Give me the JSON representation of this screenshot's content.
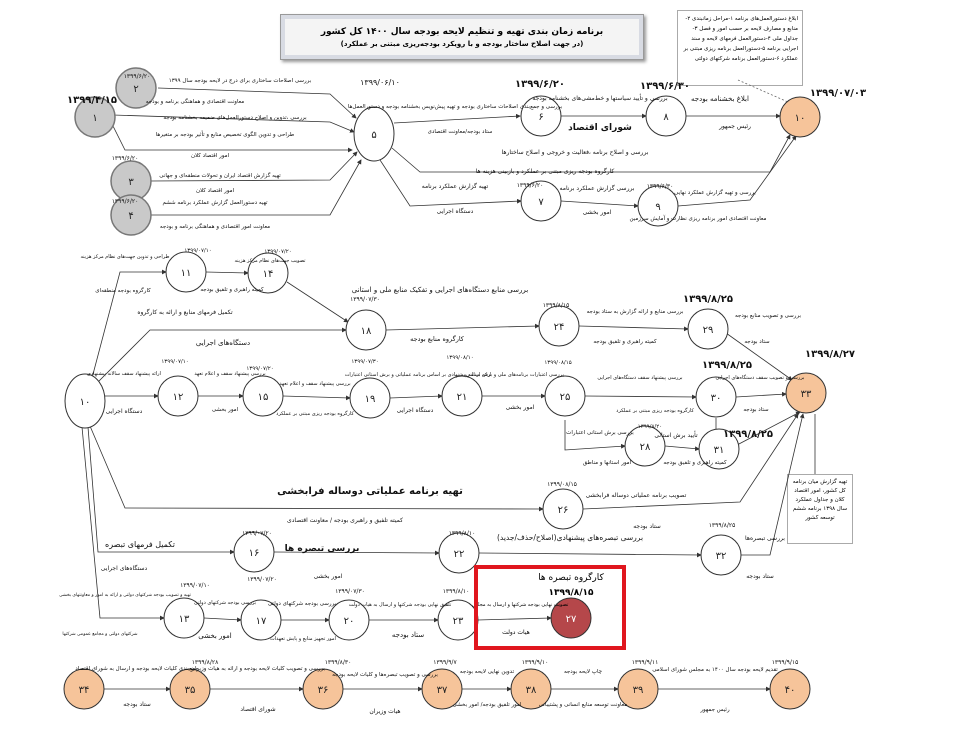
{
  "title": {
    "line1": "برنامه زمان بندی تهیه و تنظیم لایحه بودجه سال ۱۴۰۰ کل کشور",
    "line2": "(در جهت اصلاح ساختار بودجه و با رویکرد بودجه‌ریزی مبتنی بر عملکرد)"
  },
  "notes": {
    "top_right": "ابلاغ دستورالعمل‌های برنامه ۱-مراحل زمانبندی ۲-منابع و مصارف لایحه بر حسب امور و فصل ۳-جداول ملی ۴-دستورالعمل فرمهای لایحه و سند اجرایی برنامه ۵-دستورالعمل برنامه ریزی مبتنی بر عملکرد ۶-دستورالعمل برنامه شرکتهای دولتی",
    "right_mid": "تهیه گزارش میان برنامه کل کشور، امور اقتصاد کلان و جداول عملکرد سال ۱۳۹۸ برنامه ششم توسعه کشور"
  },
  "highlight_box": {
    "title": "کارگروه تبصره ها",
    "date": "۱۳۹۹/۸/۱۵",
    "activity": "تصویب نهایی بودجه شرکتها و ارسال به مجلس",
    "actor": "هیات دولت"
  },
  "colors": {
    "orange": "#f6c49a",
    "gray": "#c9c9c9",
    "darkred": "#b5474a",
    "white": "#ffffff",
    "highlight": "#e0161e"
  },
  "nodes": [
    {
      "label": "۱",
      "fill": "gray"
    },
    {
      "label": "۲",
      "fill": "gray"
    },
    {
      "label": "۳",
      "fill": "gray"
    },
    {
      "label": "۴",
      "fill": "gray"
    },
    {
      "label": "۵",
      "fill": "white"
    },
    {
      "label": "۶",
      "fill": "white"
    },
    {
      "label": "۸",
      "fill": "white"
    },
    {
      "label": "۱۰",
      "fill": "orange"
    },
    {
      "label": "۷",
      "fill": "white"
    },
    {
      "label": "۹",
      "fill": "white"
    },
    {
      "label": "۱۰",
      "fill": "white"
    },
    {
      "label": "۱۱",
      "fill": "white"
    },
    {
      "label": "۱۴",
      "fill": "white"
    },
    {
      "label": "۱۸",
      "fill": "white"
    },
    {
      "label": "۲۴",
      "fill": "white"
    },
    {
      "label": "۲۹",
      "fill": "white"
    },
    {
      "label": "۱۲",
      "fill": "white"
    },
    {
      "label": "۱۵",
      "fill": "white"
    },
    {
      "label": "۱۹",
      "fill": "white"
    },
    {
      "label": "۲۱",
      "fill": "white"
    },
    {
      "label": "۲۵",
      "fill": "white"
    },
    {
      "label": "۳۰",
      "fill": "white"
    },
    {
      "label": "۳۱",
      "fill": "white"
    },
    {
      "label": "۲۸",
      "fill": "white"
    },
    {
      "label": "۳۳",
      "fill": "orange"
    },
    {
      "label": "۲۶",
      "fill": "white"
    },
    {
      "label": "۱۶",
      "fill": "white"
    },
    {
      "label": "۲۲",
      "fill": "white"
    },
    {
      "label": "۳۲",
      "fill": "white"
    },
    {
      "label": "۱۳",
      "fill": "white"
    },
    {
      "label": "۱۷",
      "fill": "white"
    },
    {
      "label": "۲۰",
      "fill": "white"
    },
    {
      "label": "۲۳",
      "fill": "white"
    },
    {
      "label": "۲۷",
      "fill": "darkred"
    },
    {
      "label": "۳۴",
      "fill": "orange"
    },
    {
      "label": "۳۵",
      "fill": "orange"
    },
    {
      "label": "۳۶",
      "fill": "orange"
    },
    {
      "label": "۳۷",
      "fill": "orange"
    },
    {
      "label": "۳۸",
      "fill": "orange"
    },
    {
      "label": "۳۹",
      "fill": "orange"
    },
    {
      "label": "۴۰",
      "fill": "orange"
    }
  ],
  "labels": [
    "۱۳۹۹/۴/۱۵",
    "۱۳۹۹/۶/۲۰",
    "۱۳۹۹/۶/۲۰",
    "۱۳۹۹/۶/۲۰",
    "۱۳۹۹/۰۶/۱۰",
    "۱۳۹۹/۶/۲۰",
    "۱۳۹۹/۶/۳۰",
    "۱۳۹۹/۰۷/۰۳",
    "۱۳۹۹/۶/۲۰",
    "۱۳۹۹/۶/۳۰",
    "بررسی اصلاحات ساختاری برای درج در لایحه بودجه سال ۱۳۹۹",
    "معاونت اقتصادی و هماهنگی برنامه و بودجه",
    "بررسی ،تدوین و اصلاح دستورالعمل‌های ضمیمه بخشنامه بودجه",
    "طراحی و تدوین الگوی تخصیص منابع و تأثیر بودجه بر متغیرها",
    "امور اقتصاد کلان",
    "تهیه گزارش اقتصاد ایران و تحولات منطقه‌ای و جهانی",
    "امور اقتصاد کلان",
    "تهیه دستورالعمل گزارش عملکرد برنامه ششم",
    "معاونت امور اقتصادی و هماهنگی برنامه و بودجه",
    "بررسی و جمع‌بندی اصلاحات ساختاری بودجه و تهیه پیش‌نویس بخشنامه بودجه و دستورالعمل‌ها",
    "ستاد بودجه/معاونت اقتصادی",
    "بررسی و تأیید سیاستها و خط‌مشی‌های بخشنامه بودجه",
    "شورای اقتصاد",
    "ابلاغ بخشنامه بودجه",
    "رئیس جمهور",
    "بررسی و اصلاح برنامه ،فعالیت و خروجی و اصلاح ساختارها",
    "کارگروه بودجه ریزی مبتنی بر عملکرد و بازبینی هزینه ها",
    "تهیه گزارش عملکرد برنامه",
    "دستگاه اجرایی",
    "بررسی گزارش عملکرد برنامه",
    "امور بخشی",
    "بررسی و تهیه گزارش عملکرد نهایی",
    "معاونت اقتصادی امور برنامه ریزی نظارت و آمایش سرزمین",
    "۱۳۹۹/۰۷/۱۰",
    "۱۳۹۹/۰۷/۲۰",
    "طراحی و تدوین جهت‌های نظام مرکز هزینه",
    "تصویب جهت‌های نظام مرکز هزینه",
    "کارگروه بودجه منطقه‌ای",
    "کمیته راهبری و تلفیق بودجه",
    "تکمیل فرمهای منابع و ارائه به کارگروه",
    "بررسی منابع دستگاه‌های اجرایی و تفکیک منابع ملی و استانی",
    "۱۳۹۹/۰۷/۳۰",
    "دستگاه‌های اجرایی",
    "کارگروه منابع بودجه",
    "۱۳۹۹/۸/۱۵",
    "بررسی منابع و ارائه گزارش به ستاد بودجه",
    "کمیته راهبری و تلفیق بودجه",
    "۱۳۹۹/۸/۲۵",
    "بررسی و تصویب منابع بودجه",
    "ستاد بودجه",
    "۱۳۹۹/۸/۲۷",
    "۱۳۹۹/۰۷/۱۰",
    "۱۳۹۹/۰۷/۲۰",
    "۱۳۹۹/۰۷/۳۰",
    "۱۳۹۹/۰۸/۱۰",
    "۱۳۹۹/۰۸/۱۵",
    "۱۳۹۹/۸/۲۵",
    "ارائه پیشنهاد سقف سالانه پیشنهادی",
    "دستگاه اجرایی",
    "بررسی پیشنهاد سقف و اعلام تعهد",
    "امور بخشی",
    "بررسی پیشنهاد سقف و اعلام تعهد",
    "کارگروه بودجه ریزی مبتنی بر عملکرد",
    "ارائه برنامه پیشنهادی بر اساس برنامه عملیاتی و برش استانی اعتبارات",
    "دستگاه اجرایی",
    "بررسی اعتبارات برنامه‌های ملی و برش استانی",
    "امور بخشی",
    "بررسی پیشنهاد سقف دستگاه‌های اجرایی",
    "کارگروه بودجه ریزی مبتنی بر عملکرد",
    "بررسی و تصویب سقف دستگاه‌های اجرایی",
    "ستاد بودجه",
    "بررسی برش استانی اعتبارات",
    "امور استانها و مناطق",
    "۱۳۹۹/۸/۲۰",
    "تأیید برش استانی",
    "۱۳۹۹/۸/۲۵",
    "کمیته راهبری و تلفیق بودجه",
    "تهیه برنامه عملیاتی دوساله فرابخشی",
    "کمیته تلفیق و راهبری بودجه / معاونت اقتصادی",
    "۱۳۹۹/۰۸/۱۵",
    "تصویب برنامه عملیاتی دوساله فرابخشی",
    "ستاد بودجه",
    "تکمیل فرمهای تبصره",
    "۱۳۹۹/۰۷/۲۰",
    "بررسی تبصره ها",
    "امور بخشی",
    "۱۳۹۹/۸/۱۰",
    "بررسی تبصره‌های پیشنهادی(اصلاح/حذف/جدید)",
    "۱۳۹۹/۸/۲۵",
    "بررسی تبصره‌ها",
    "ستاد بودجه",
    "دستگاه‌های اجرایی",
    "۱۳۹۹/۰۷/۱۰",
    "تهیه و تصویب بودجه شرکتهای دولتی و ارائه به امور و معاونتهای بخشی",
    "شرکتهای دولتی و مجامع عمومی شرکتها",
    "۱۳۹۹/۰۷/۲۰",
    "بررسی بودجه شرکتهای دولتی",
    "امور بخشی",
    "۱۳۹۹/۰۷/۳۰",
    "بررسی بودجه شرکتهای دولتی",
    "امور تجهیز منابع و پایش تعهدات",
    "۱۳۹۹/۸/۱۰",
    "تلفیق نهایی بودجه شرکتها و ارسال به هیات دولت",
    "ستاد بودجه",
    "۱۳۹۹/۸/۲۸",
    "۱۳۹۹/۸/۳۰",
    "۱۳۹۹/۹/۷",
    "۱۳۹۹/۹/۱۰",
    "۱۳۹۹/۹/۱۱",
    "۱۳۹۹/۹/۱۵",
    "جمع‌بندی کلیات لایحه بودجه و ارسال به شورای اقتصاد",
    "ستاد بودجه",
    "بررسی و تصویب کلیات لایحه بودجه و ارائه به هیات وزیران",
    "شورای اقتصاد",
    "بررسی و تصویب تبصره‌ها و کلیات لایحه بودجه",
    "هیات وزیران",
    "تدوین نهایی لایحه بودجه",
    "امور تلفیق بودجه/ امور بخشی",
    "چاپ لایحه بودجه",
    "معاونت توسعه منابع انسانی و پشتیبانی",
    "تقدیم لایحه بودجه سال ۱۴۰۰ به مجلس شورای اسلامی",
    "رئیس جمهور"
  ]
}
